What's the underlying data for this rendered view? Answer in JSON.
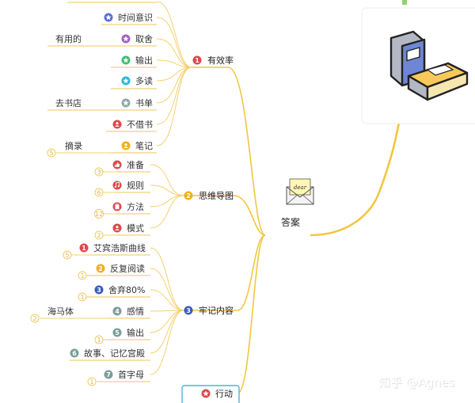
{
  "root": {
    "label": "答案",
    "icon": "envelope-letter-icon",
    "letter_text": "dear"
  },
  "branches": [
    {
      "id": "b1",
      "badge": "1",
      "label": "有效率",
      "color": "#e0474c",
      "children": [
        {
          "label": "时间意识",
          "icon": "star-icon",
          "color": "#5a6fd6"
        },
        {
          "label": "取舍",
          "icon": "star-icon",
          "color": "#a35fc8",
          "note": "有用的"
        },
        {
          "label": "输出",
          "icon": "star-icon",
          "color": "#3fbf6f"
        },
        {
          "label": "多读",
          "icon": "star-icon",
          "color": "#29b6e0"
        },
        {
          "label": "书单",
          "icon": "star-icon",
          "color": "#8fa7a7",
          "note": "去书店"
        },
        {
          "label": "不借书",
          "icon": "person-icon",
          "color": "#e0474c"
        },
        {
          "label": "笔记",
          "icon": "person-icon",
          "color": "#f2b01e",
          "note": "摘录",
          "count": "5"
        }
      ]
    },
    {
      "id": "b2",
      "badge": "2",
      "label": "思维导图",
      "color": "#f2b01e",
      "children": [
        {
          "label": "准备",
          "icon": "thumbs-up-icon",
          "color": "#e0474c",
          "count": "3"
        },
        {
          "label": "规则",
          "icon": "music-icon",
          "color": "#e0474c",
          "count": "6"
        },
        {
          "label": "方法",
          "icon": "clipboard-icon",
          "color": "#e0474c",
          "count": "12"
        },
        {
          "label": "模式",
          "icon": "person-icon",
          "color": "#e0474c",
          "count": "2"
        }
      ]
    },
    {
      "id": "b3",
      "badge": "3",
      "label": "牢记内容",
      "color": "#3a5bbf",
      "children": [
        {
          "label": "艾宾浩斯曲线",
          "badge": "1",
          "color": "#e0474c",
          "count": "5"
        },
        {
          "label": "反复阅读",
          "badge": "2",
          "color": "#f2b01e",
          "count": "1"
        },
        {
          "label": "舍弃80%",
          "badge": "3",
          "color": "#3a5bbf",
          "count": "1"
        },
        {
          "label": "感情",
          "badge": "4",
          "color": "#7a9e9a",
          "note": "海马体",
          "count": "2"
        },
        {
          "label": "输出",
          "badge": "5",
          "color": "#7a9e9a",
          "count": "1"
        },
        {
          "label": "故事、记忆宫殿",
          "badge": "6",
          "color": "#7a9e9a"
        },
        {
          "label": "首字母",
          "badge": "7",
          "color": "#7a9e9a",
          "count": "1"
        }
      ]
    },
    {
      "id": "b4",
      "label": "行动",
      "icon": "star-icon",
      "color": "#e0474c",
      "border": "#4bb6d8"
    }
  ],
  "books_image": {
    "icon": "books-icon",
    "colors": {
      "blue": "#6f86d6",
      "yellow": "#f6c95a",
      "gray": "#b3b8c4"
    }
  },
  "watermark": "知乎 @Agnes"
}
